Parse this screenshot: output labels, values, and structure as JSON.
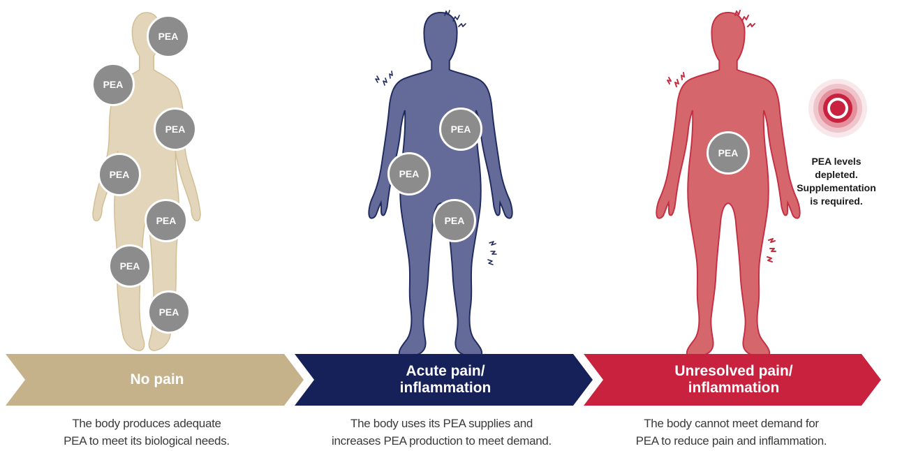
{
  "badge_label": "PEA",
  "stages": [
    {
      "title": "No pain",
      "caption_line1": "The body produces adequate",
      "caption_line2": "PEA to meet its biological needs.",
      "color": "#c5b28a",
      "figure_fill": "#e3d5b9",
      "figure_stroke": "#d2bf96",
      "badge_count": 7
    },
    {
      "title_line1": "Acute pain/",
      "title_line2": "inflammation",
      "caption_line1": "The body uses its PEA supplies and",
      "caption_line2": "increases PEA production to meet demand.",
      "color": "#162159",
      "figure_fill": "#646b99",
      "figure_stroke": "#1f2a5e",
      "badge_count": 3
    },
    {
      "title_line1": "Unresolved pain/",
      "title_line2": "inflammation",
      "caption_line1": "The body cannot meet demand for",
      "caption_line2": "PEA to reduce pain and inflammation.",
      "color": "#c9223f",
      "figure_fill": "#d5676c",
      "figure_stroke": "#c42f44",
      "badge_count": 1
    }
  ],
  "depleted_note": {
    "line1": "PEA levels",
    "line2": "depleted.",
    "line3": "Supplementation",
    "line4": "is required."
  },
  "target_icon_color": "#c9223f"
}
